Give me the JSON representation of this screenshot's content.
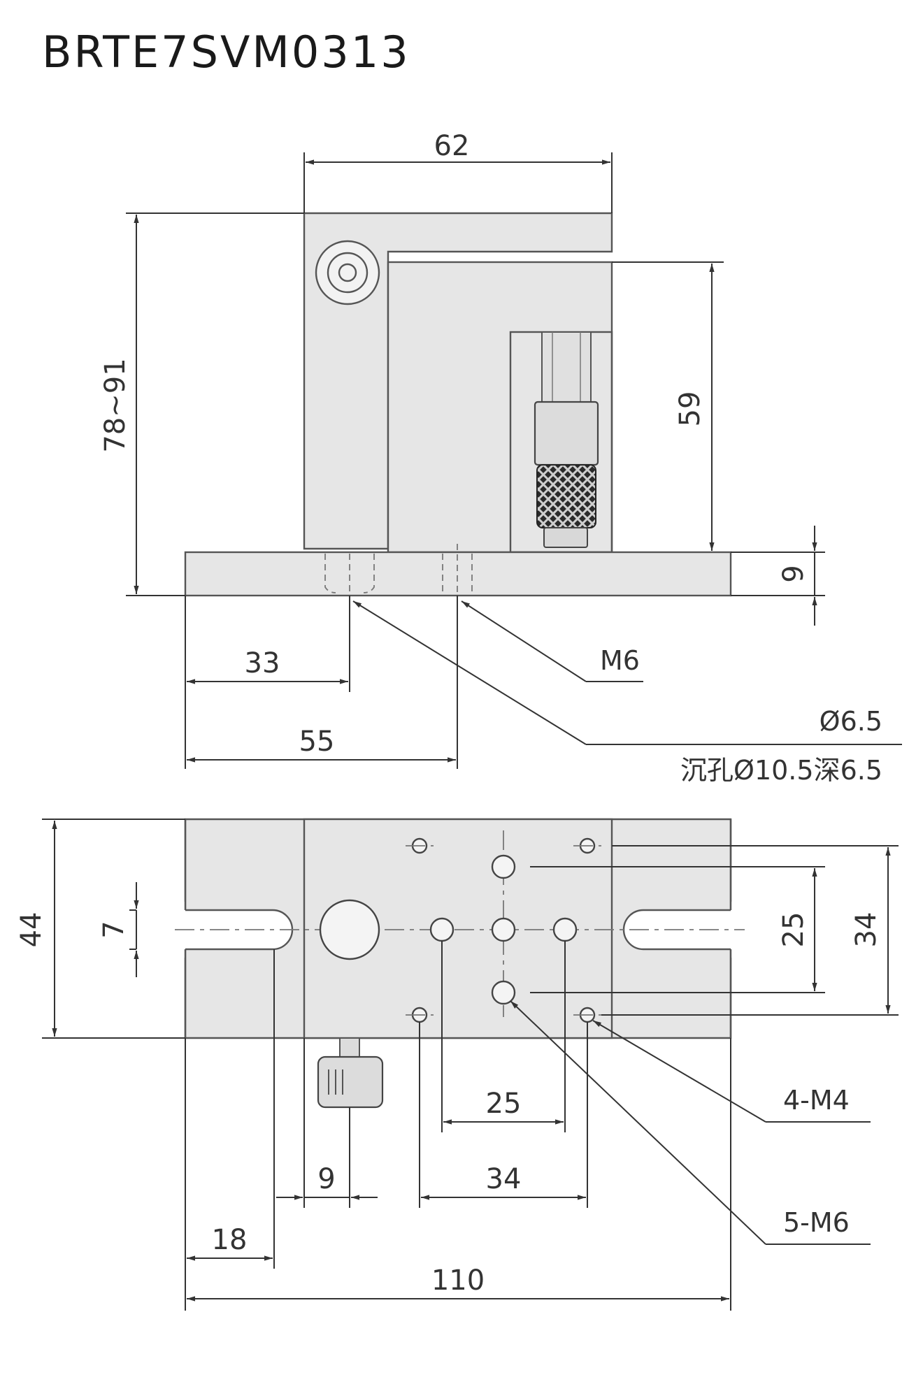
{
  "title": "BRTE7SVM0313",
  "side_view": {
    "width": "62",
    "height_range": "78~91",
    "micrometer_height": "59",
    "base_thickness": "9",
    "offset_33": "33",
    "offset_55": "55",
    "thread_callout": "M6",
    "hole_callout": "Ø6.5",
    "counterbore_callout": "沉孔Ø10.5深6.5"
  },
  "top_view": {
    "width": "44",
    "slot_width": "7",
    "hole_spacing_25v": "25",
    "hole_spacing_34v": "34",
    "hole_spacing_25h": "25",
    "hole_spacing_34h": "34",
    "offset_9": "9",
    "offset_18": "18",
    "total_length": "110",
    "m4_callout": "4-M4",
    "m6_callout": "5-M6"
  }
}
